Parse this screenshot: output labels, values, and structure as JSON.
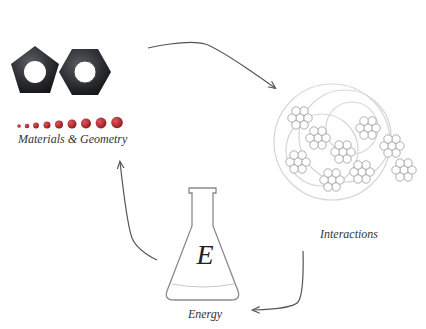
{
  "diagram": {
    "nodes": [
      {
        "text": [
          "Materials & Geometry"
        ]
      },
      {
        "text": [
          "Interactions"
        ]
      },
      {
        "text": [
          "E",
          "Energy"
        ]
      }
    ],
    "edges": [
      {
        "from": 0,
        "to": 1,
        "arrow": "to"
      },
      {
        "from": 1,
        "to": 2,
        "arrow": "to"
      },
      {
        "from": 2,
        "to": 0,
        "arrow": "to"
      }
    ]
  }
}
